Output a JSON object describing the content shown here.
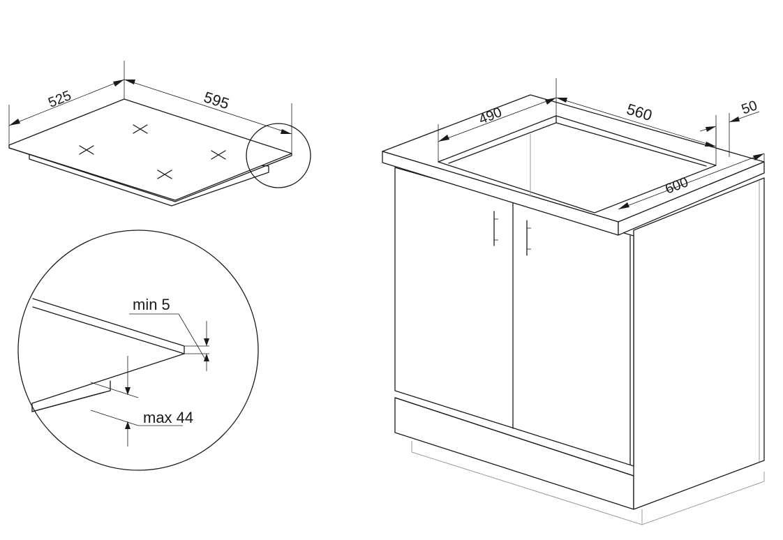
{
  "hob": {
    "width_label": "595",
    "depth_label": "525"
  },
  "detail": {
    "clearance_label": "min 5",
    "worktop_label": "max 44"
  },
  "cabinet": {
    "cutout_width_label": "560",
    "cutout_depth_label": "490",
    "worktop_depth_label": "600",
    "front_offset_label": "50"
  }
}
